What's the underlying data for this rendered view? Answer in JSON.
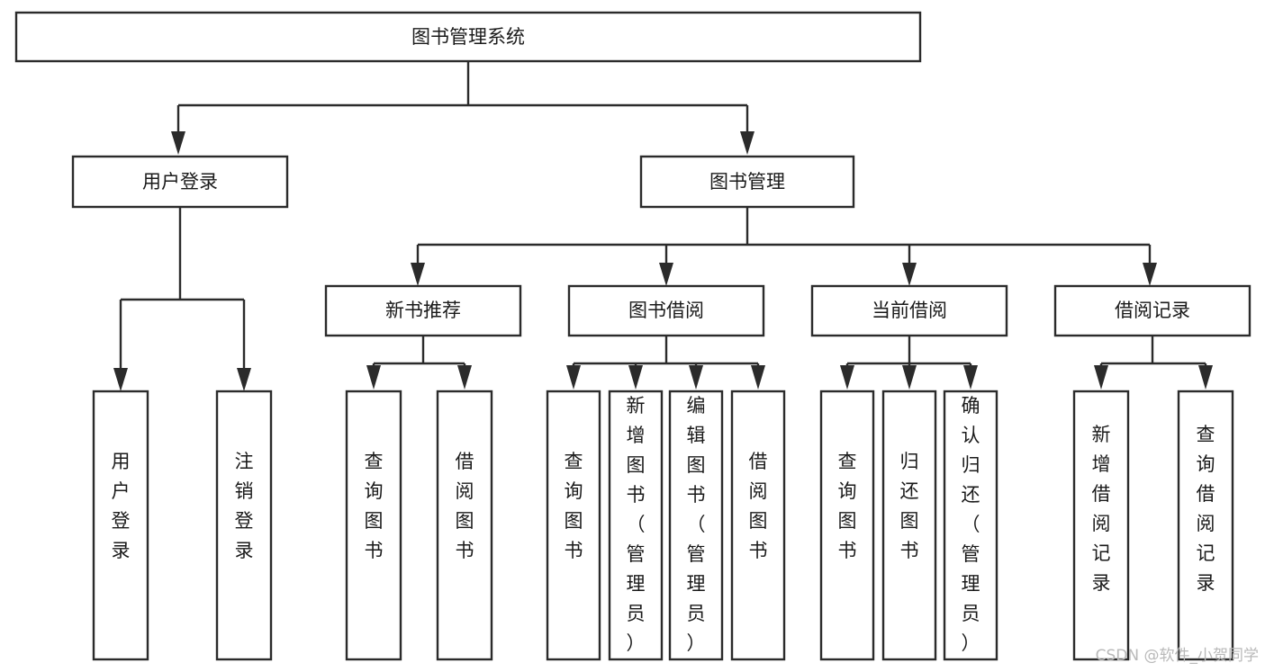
{
  "diagram": {
    "title": "图书管理系统",
    "type": "tree-hierarchy",
    "orientation": "top-down",
    "colors": {
      "stroke": "#2b2b2b",
      "fill": "#ffffff",
      "text": "#1a1a1a",
      "watermark": "#b9b9b9",
      "background": "#ffffff"
    },
    "root": {
      "id": "root",
      "label": "图书管理系统"
    },
    "level2": [
      {
        "id": "user-login",
        "label": "用户登录"
      },
      {
        "id": "book-manage",
        "label": "图书管理"
      }
    ],
    "level3": [
      {
        "id": "new-book-recommend",
        "label": "新书推荐",
        "parent": "book-manage"
      },
      {
        "id": "book-borrow",
        "label": "图书借阅",
        "parent": "book-manage"
      },
      {
        "id": "current-borrow",
        "label": "当前借阅",
        "parent": "book-manage"
      },
      {
        "id": "borrow-record",
        "label": "借阅记录",
        "parent": "book-manage"
      }
    ],
    "leaves": {
      "user-login": [
        {
          "id": "leaf-user-login",
          "label": "用户登录"
        },
        {
          "id": "leaf-user-logout",
          "label": "注销登录"
        }
      ],
      "new-book-recommend": [
        {
          "id": "leaf-query-book-1",
          "label": "查询图书"
        },
        {
          "id": "leaf-borrow-book-1",
          "label": "借阅图书"
        }
      ],
      "book-borrow": [
        {
          "id": "leaf-query-book-2",
          "label": "查询图书"
        },
        {
          "id": "leaf-add-book",
          "label": "新增图书（管理员）"
        },
        {
          "id": "leaf-edit-book",
          "label": "编辑图书（管理员）"
        },
        {
          "id": "leaf-borrow-book-2",
          "label": "借阅图书"
        }
      ],
      "current-borrow": [
        {
          "id": "leaf-query-book-3",
          "label": "查询图书"
        },
        {
          "id": "leaf-return-book",
          "label": "归还图书"
        },
        {
          "id": "leaf-confirm-return",
          "label": "确认归还（管理员）"
        }
      ],
      "borrow-record": [
        {
          "id": "leaf-add-record",
          "label": "新增借阅记录"
        },
        {
          "id": "leaf-query-record",
          "label": "查询借阅记录"
        }
      ]
    }
  },
  "watermark": {
    "text": "CSDN @软件_小贺同学"
  }
}
